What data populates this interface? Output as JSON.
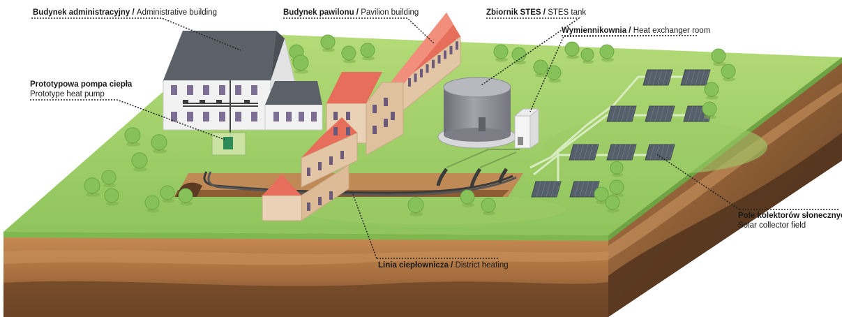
{
  "labels": {
    "admin": {
      "pl": "Budynek administracyjny",
      "sep": " / ",
      "en": "Administrative building"
    },
    "pavilion": {
      "pl": "Budynek pawilonu",
      "sep": " / ",
      "en": "Pavilion building"
    },
    "stes": {
      "pl": "Zbiornik STES",
      "sep": " / ",
      "en": "STES tank"
    },
    "hx": {
      "pl": "Wymiennikownia",
      "sep": " / ",
      "en": "Heat exchanger room"
    },
    "pump": {
      "pl": "Prototypowa pompa ciepła",
      "en": "Prototype heat pump"
    },
    "collectors": {
      "pl": "Pole kolektorów słonecznych",
      "en": "Solar collector field"
    },
    "heating": {
      "pl": "Linia ciepłownicza",
      "sep": " / ",
      "en": "District heating"
    }
  },
  "colors": {
    "grass_top": "#a9d46a",
    "grass_dark": "#86b853",
    "soil": "#b07a48",
    "soil_dark": "#7b5230",
    "roof_gray": "#5a5f66",
    "roof_red": "#e8705f",
    "brick": "#e3c6a5",
    "tank": "#8e8e96",
    "panel": "#55606b",
    "tree": "#86c159",
    "pipe": "#3f3f3f"
  }
}
